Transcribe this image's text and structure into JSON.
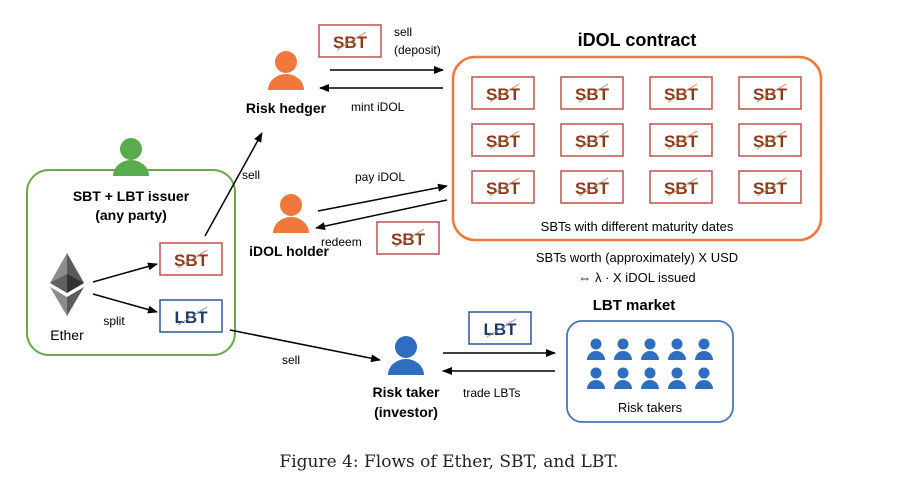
{
  "issuer": {
    "title_line1": "SBT + LBT issuer",
    "title_line2": "(any party)",
    "ether_label": "Ether",
    "split_label": "split"
  },
  "tokens": {
    "sbt": "SBT",
    "lbt": "LBT"
  },
  "hedger": {
    "label": "Risk hedger",
    "sell_deposit_line1": "sell",
    "sell_deposit_line2": "(deposit)",
    "mint_label": "mint iDOL",
    "sell_label": "sell"
  },
  "holder": {
    "label": "iDOL holder",
    "pay_label": "pay iDOL",
    "redeem_label": "redeem"
  },
  "contract": {
    "title": "iDOL contract",
    "caption": "SBTs with different maturity dates",
    "worth_line1": "SBTs worth (approximately) X USD",
    "worth_line2": "⇔ λ · X iDOL issued",
    "grid_rows": 3,
    "grid_cols": 4
  },
  "taker": {
    "label_line1": "Risk taker",
    "label_line2": "(investor)",
    "sell_label": "sell",
    "trade_label": "trade LBTs"
  },
  "market": {
    "title": "LBT market",
    "caption": "Risk takers",
    "people_rows": 2,
    "people_cols": 5
  },
  "figure_caption": "Figure 4: Flows of Ether, SBT, and LBT.",
  "colors": {
    "issuer_green": "#6aa84f",
    "person_green": "#5aab4e",
    "orange": "#f0783c",
    "blue": "#2e6dbf",
    "market_border": "#4a76b8",
    "sbt_text": "#8b3a1a",
    "lbt_text": "#1f3864",
    "sbt_border": "#c0504d",
    "lbt_border": "#2f5597"
  }
}
